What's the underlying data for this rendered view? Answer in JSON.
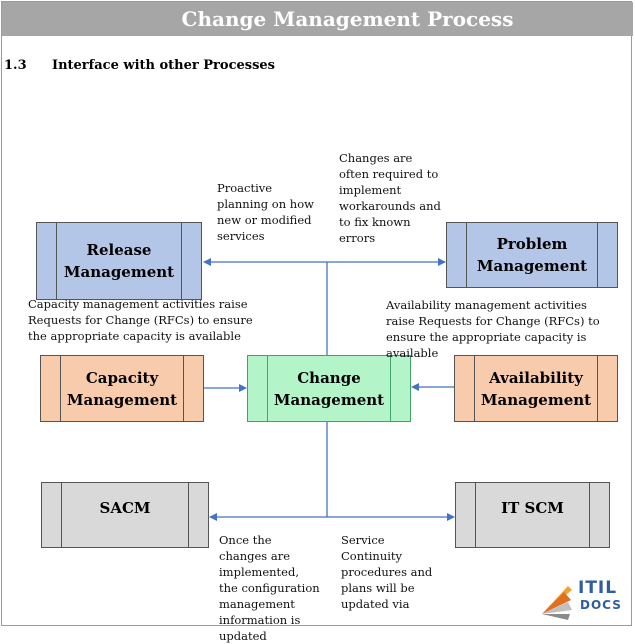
{
  "header": {
    "title": "Change Management Process"
  },
  "section": {
    "number": "1.3",
    "title": "Interface with other Processes"
  },
  "nodes": {
    "release": "Release Management",
    "problem": "Problem Management",
    "capacity": "Capacity Management",
    "change": "Change Management",
    "availability": "Availability Management",
    "sacm": "SACM",
    "itscm": "IT SCM"
  },
  "notes": {
    "release": "Proactive planning on how new or modified services",
    "problem": "Changes are often required to implement workarounds and to fix known errors",
    "capacity": "Capacity management activities raise Requests for Change (RFCs) to ensure the appropriate capacity is available",
    "availability": "Availability management activities raise Requests for Change (RFCs) to ensure the appropriate capacity is available",
    "sacm": "Once the changes are implemented, the configuration management information is updated",
    "itscm": "Service Continuity procedures and plans will be updated via"
  },
  "logo": {
    "line1": "ITIL",
    "line2": "DOCS"
  },
  "colors": {
    "release_problem": "#b4c6e7",
    "capacity_availability": "#f8cbad",
    "change": "#b3f5c8",
    "sacm_itscm": "#d9d9d9",
    "arrows": "#4472c4"
  }
}
